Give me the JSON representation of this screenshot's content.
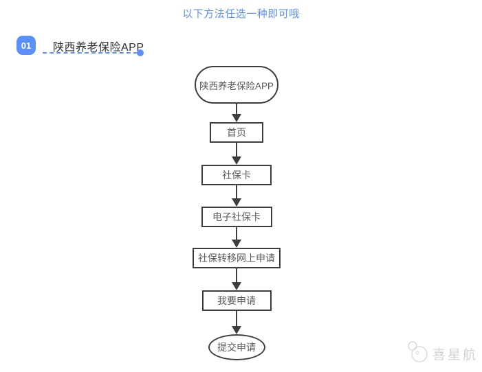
{
  "page": {
    "title": "以下方法任选一种即可哦"
  },
  "section": {
    "badge": "01",
    "label": "陕西养老保险APP"
  },
  "flowchart": {
    "nodes": [
      {
        "label": "陕西养老保险APP",
        "shape": "stadium"
      },
      {
        "label": "首页",
        "shape": "rect"
      },
      {
        "label": "社保卡",
        "shape": "rect"
      },
      {
        "label": "电子社保卡",
        "shape": "rect"
      },
      {
        "label": "社保转移网上申请",
        "shape": "rect"
      },
      {
        "label": "我要申请",
        "shape": "rect"
      },
      {
        "label": "提交申请",
        "shape": "ellipse"
      }
    ]
  },
  "watermark": {
    "text": "喜星航",
    "icon": "circles-logo-icon"
  },
  "colors": {
    "accent": "#5b8ff9",
    "node_border": "#3d3d3d",
    "node_text": "#595959",
    "watermark": "#d2d2d2"
  }
}
